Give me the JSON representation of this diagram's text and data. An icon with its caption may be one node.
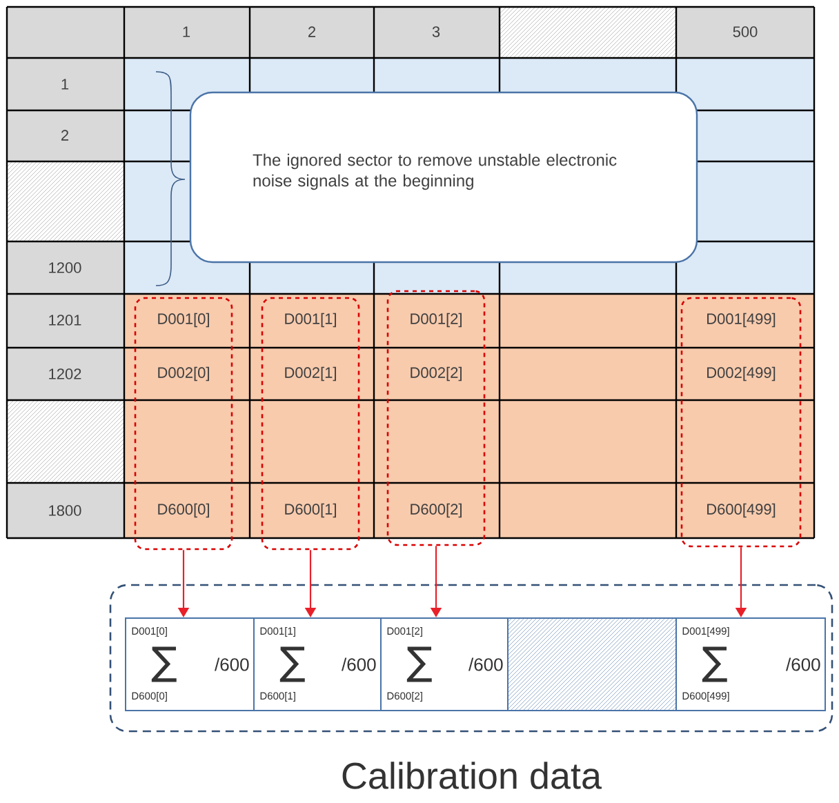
{
  "diagram": {
    "nodes": [
      {
        "text": [
          "The ignored sector to remove unstable electronic noise signals at the beginning"
        ]
      },
      {
        "text": [
          "D001[0]",
          "D002[0]",
          "D600[0]"
        ]
      },
      {
        "text": [
          "D001[1]",
          "D002[1]",
          "D600[1]"
        ]
      },
      {
        "text": [
          "D001[2]",
          "D002[2]",
          "D600[2]"
        ]
      },
      {
        "text": [
          "D001[499]",
          "D002[499]",
          "D600[499]"
        ]
      },
      {
        "text": [
          "Calibration data"
        ]
      },
      {
        "text": [
          "D001[0]",
          "∑",
          "D600[0]",
          "/600"
        ],
        "in": 5
      },
      {
        "text": [
          "D001[1]",
          "∑",
          "D600[1]",
          "/600"
        ],
        "in": 5
      },
      {
        "text": [
          "D001[2]",
          "∑",
          "D600[2]",
          "/600"
        ],
        "in": 5
      },
      {
        "text": [],
        "shape": "box",
        "in": 5
      },
      {
        "text": [
          "D001[499]",
          "∑",
          "D600[499]",
          "/600"
        ],
        "in": 5
      }
    ],
    "edges": [
      {
        "from": 1,
        "to": 6,
        "arrow": "to",
        "color": "#e8202a"
      },
      {
        "from": 2,
        "to": 7,
        "arrow": "to",
        "color": "#e8202a"
      },
      {
        "from": 3,
        "to": 8,
        "arrow": "to",
        "color": "#e8202a"
      },
      {
        "from": 4,
        "to": 10,
        "arrow": "to",
        "color": "#e8202a"
      }
    ],
    "labels": [
      "1",
      "2",
      "3",
      "500",
      "1",
      "2",
      "1200",
      "1201",
      "1202",
      "1800"
    ]
  }
}
